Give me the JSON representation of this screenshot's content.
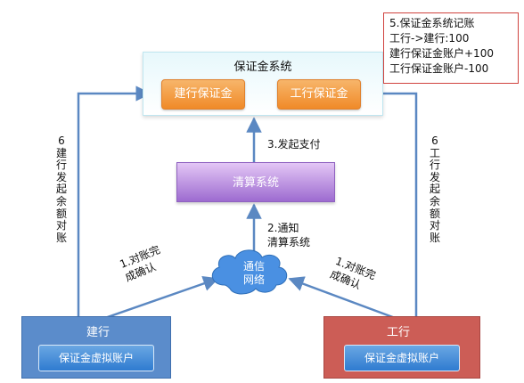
{
  "deposit_system": {
    "title": "保证金系统",
    "ccb_button": "建行保证金",
    "icbc_button": "工行保证金"
  },
  "note": {
    "line1": "5.保证金系统记账",
    "line2": "工行->建行:100",
    "line3": "建行保证金账户+100",
    "line4": "工行保证金账户-100"
  },
  "clearing_system": "清算系统",
  "network": {
    "line1": "通信",
    "line2": "网络"
  },
  "ccb": {
    "name": "建行",
    "virtual_account": "保证金虚拟账户"
  },
  "icbc": {
    "name": "工行",
    "virtual_account": "保证金虚拟账户"
  },
  "steps": {
    "initiate_payment": "3.发起支付",
    "notify_line1": "2.通知",
    "notify_line2": "清算系统",
    "reconcile_left_line1": "1.对账完",
    "reconcile_left_line2": "成确认",
    "reconcile_right_line1": "1.对账完",
    "reconcile_right_line2": "成确认",
    "ccb_balance_check": [
      "6",
      "建",
      "行",
      "发",
      "起",
      "余",
      "额",
      "对",
      "账"
    ],
    "icbc_balance_check": [
      "6",
      "工",
      "行",
      "发",
      "起",
      "余",
      "额",
      "对",
      "账"
    ]
  },
  "colors": {
    "arrow": "#5b88c2",
    "orange": "#f08a28",
    "purple": "#9d6bd0",
    "ccb_blue": "#5b8ccb",
    "icbc_red": "#cc5d56",
    "note_border": "#d0433f"
  }
}
